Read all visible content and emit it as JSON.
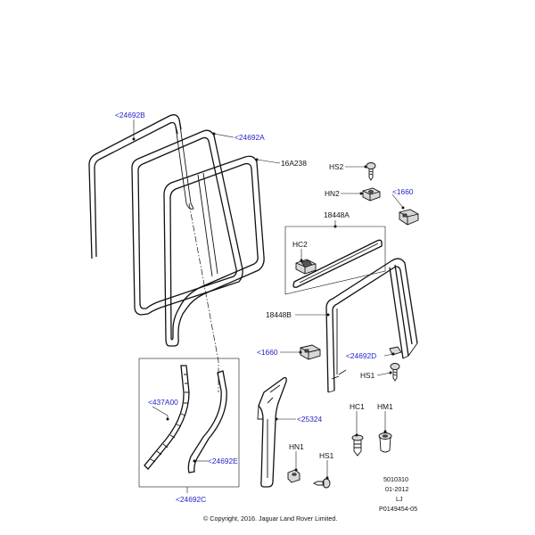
{
  "labels": {
    "l24692B": "<24692B",
    "l24692A": "<24692A",
    "l16A238": "16A238",
    "lHS2": "HS2",
    "lHN2": "HN2",
    "l1660a": "<1660",
    "l18448A": "18448A",
    "lHC2": "HC2",
    "l18448B": "18448B",
    "l1660b": "<1660",
    "l24692D": "<24692D",
    "lHS1a": "HS1",
    "l437A00": "<437A00",
    "l25324": "<25324",
    "lHC1": "HC1",
    "lHM1": "HM1",
    "l24692E": "<24692E",
    "lHN1": "HN1",
    "lHS1b": "HS1",
    "l24692C": "<24692C"
  },
  "meta": {
    "code": "5010310",
    "date": "01-2012",
    "initials": "LJ",
    "ref": "P0149454-05"
  },
  "copyright": "© Copyright, 2016. Jaguar Land Rover Limited."
}
